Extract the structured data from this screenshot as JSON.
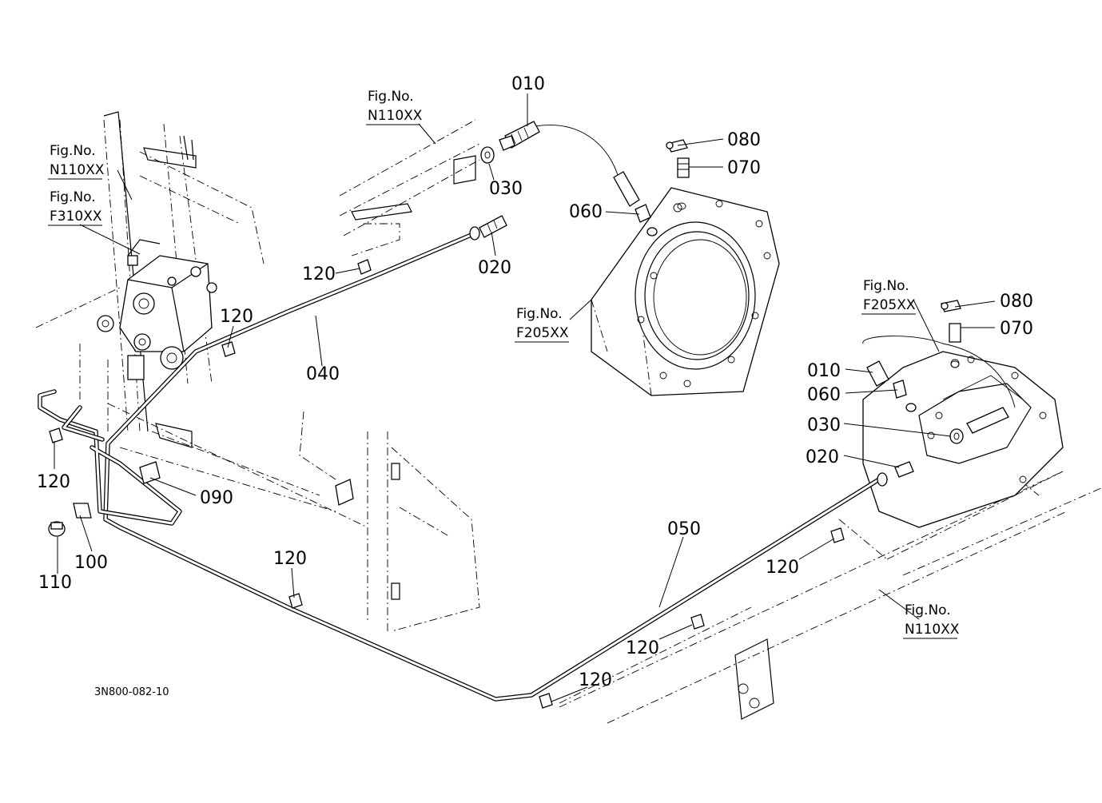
{
  "diagram": {
    "code": "3N800-082-10",
    "callouts": {
      "c010a": "010",
      "c030a": "030",
      "c020a": "020",
      "c060a": "060",
      "c080a": "080",
      "c070a": "070",
      "c120a": "120",
      "c120b": "120",
      "c040": "040",
      "c120c": "120",
      "c090": "090",
      "c100": "100",
      "c110": "110",
      "c120d": "120",
      "c050": "050",
      "c120e": "120",
      "c120f": "120",
      "c120g": "120",
      "c080b": "080",
      "c070b": "070",
      "c010b": "010",
      "c060b": "060",
      "c030b": "030",
      "c020b": "020"
    },
    "fig_refs": {
      "r1_a": "Fig.No.",
      "r1_b": "N110XX",
      "r2_a": "Fig.No.",
      "r2_b": "F310XX",
      "r3_a": "Fig.No.",
      "r3_b": "N110XX",
      "r4_a": "Fig.No.",
      "r4_b": "F205XX",
      "r5_a": "Fig.No.",
      "r5_b": "F205XX",
      "r6_a": "Fig.No.",
      "r6_b": "N110XX"
    }
  }
}
